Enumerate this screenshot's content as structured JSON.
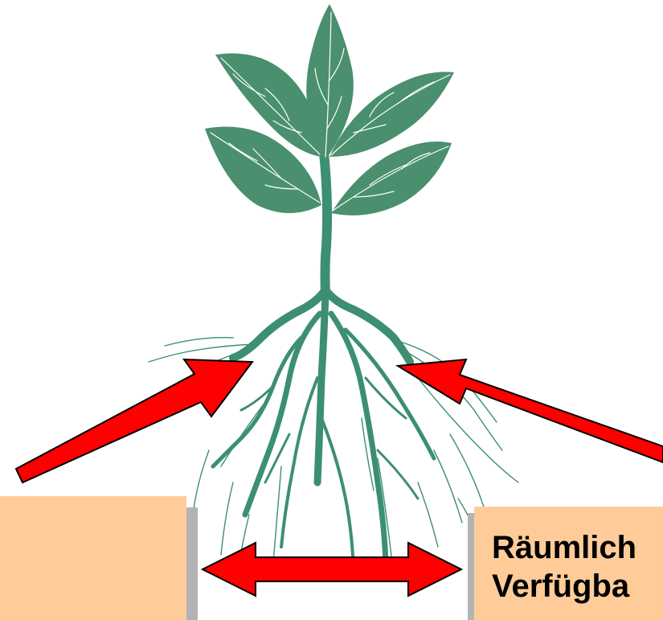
{
  "labels": {
    "left_box_text": "",
    "right_box_line1": "Räumlich",
    "right_box_line2": "Verfügba"
  },
  "colors": {
    "leaf_green": "#4a8f6e",
    "root_green": "#3c8f72",
    "arrow_red": "#ff0000",
    "arrow_outline": "#000000",
    "box_fill": "#ffcc99",
    "box_shadow": "#b3b3b3"
  },
  "icons": [
    "plant-illustration",
    "arrow-left-root",
    "arrow-right-root",
    "double-arrow"
  ]
}
